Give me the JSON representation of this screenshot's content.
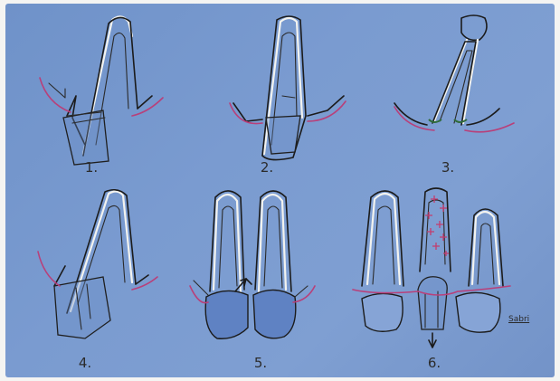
{
  "figure": {
    "panels": [
      {
        "label": "1.",
        "description": "horizontal root fracture, crown portion displaced"
      },
      {
        "label": "2.",
        "description": "oblique fracture within socket"
      },
      {
        "label": "3.",
        "description": "root with cervical fracture line, detached crown at apex"
      },
      {
        "label": "4.",
        "description": "vertical fracture of crown and root"
      },
      {
        "label": "5.",
        "description": "two adjacent teeth with fracture arrow"
      },
      {
        "label": "6.",
        "description": "extraction of central fragment with granulation, arrow down"
      }
    ],
    "signature": "Sabri"
  },
  "colors": {
    "background": "#7a9bd0",
    "outline": "#1b1b1b",
    "gingiva": "#b8407a",
    "highlight": "#f3f3ef"
  }
}
